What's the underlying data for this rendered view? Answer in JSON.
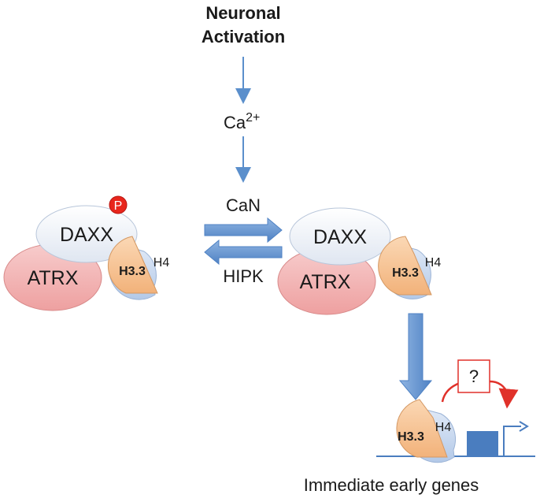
{
  "title": {
    "line1": "Neuronal",
    "line2": "Activation"
  },
  "signals": {
    "calcium": "Ca",
    "calcium_sup": "2+",
    "forward_enzyme": "CaN",
    "reverse_enzyme": "HIPK"
  },
  "complex_left": {
    "daxx": "DAXX",
    "atrx": "ATRX",
    "h33": "H3.3",
    "h4": "H4",
    "phospho": "P"
  },
  "complex_right": {
    "daxx": "DAXX",
    "atrx": "ATRX",
    "h33": "H3.3",
    "h4": "H4"
  },
  "gene": {
    "h33": "H3.3",
    "h4": "H4",
    "unknown": "?",
    "caption": "Immediate early genes"
  },
  "colors": {
    "arrow_blue": "#5b8fcc",
    "daxx_fill": "#eef2f8",
    "atrx_fill": "#f2b8b8",
    "h33_fill": "#f7c79a",
    "h4_fill": "#c9d9f0",
    "phospho_red": "#e8261c",
    "question_red": "#e0312a",
    "gene_box": "#4a7dbf"
  }
}
